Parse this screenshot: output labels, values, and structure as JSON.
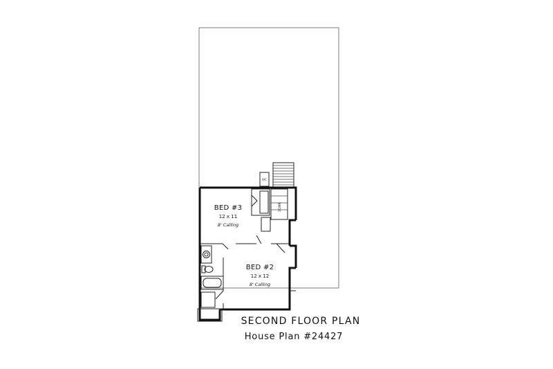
{
  "plan": {
    "title": "SECOND FLOOR PLAN",
    "subtitle": "House Plan #24427",
    "rooms": [
      {
        "id": "bed3",
        "name": "BED #3",
        "size": "12 x 11",
        "ceiling": "8' Calling"
      },
      {
        "id": "bed2",
        "name": "BED #2",
        "size": "12 x 12",
        "ceiling": "8' Calling"
      }
    ],
    "labels": {
      "ac": "A/C",
      "stair_down": "DOWN"
    }
  }
}
